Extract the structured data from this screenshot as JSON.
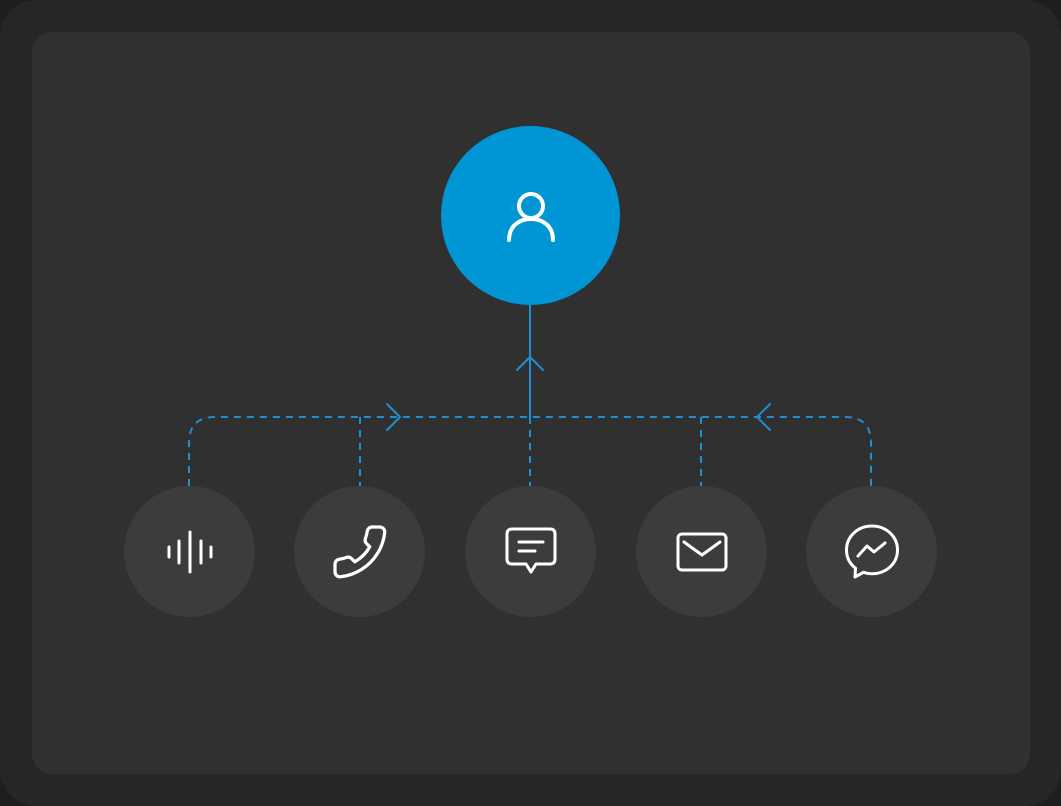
{
  "colors": {
    "accent": "#0096d6",
    "connector": "#1e8fcf",
    "node_fill": "#3c3c3c",
    "panel": "#303030",
    "frame": "#262626",
    "icon_stroke": "#ffffff"
  },
  "hub": {
    "icon": "user-icon"
  },
  "channels": [
    {
      "id": "voice",
      "icon": "sound-wave-icon"
    },
    {
      "id": "phone",
      "icon": "phone-icon"
    },
    {
      "id": "sms",
      "icon": "chat-bubble-icon"
    },
    {
      "id": "email",
      "icon": "envelope-icon"
    },
    {
      "id": "messenger",
      "icon": "messenger-icon"
    }
  ]
}
